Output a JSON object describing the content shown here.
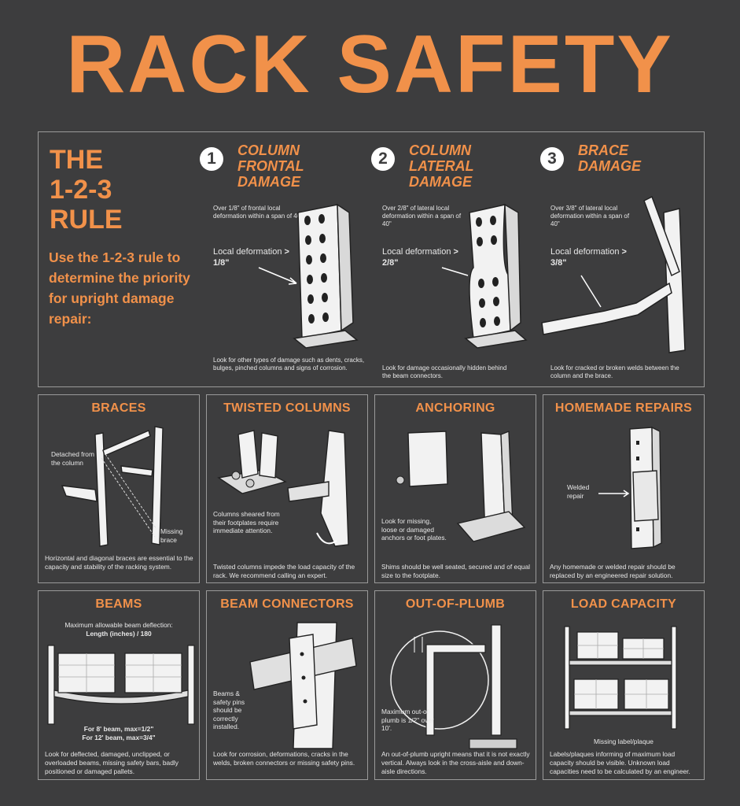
{
  "title": "RACK SAFETY",
  "rule": {
    "heading": [
      "THE",
      "1-2-3",
      "RULE"
    ],
    "subtitle": "Use the 1-2-3 rule to determine the priority for upright damage repair:",
    "steps": [
      {
        "num": "1",
        "title": [
          "COLUMN",
          "FRONTAL",
          "DAMAGE"
        ],
        "criteria": "Over 1/8\" of frontal local deformation within a span of 40\"",
        "local_label": "Local deformation",
        "local_value": "> 1/8\"",
        "desc": "Look for other types of damage such as dents, cracks, bulges, pinched columns and signs of corrosion."
      },
      {
        "num": "2",
        "title": [
          "COLUMN",
          "LATERAL",
          "DAMAGE"
        ],
        "criteria": "Over 2/8\" of lateral local deformation within a span of 40\"",
        "local_label": "Local deformation",
        "local_value": "> 2/8\"",
        "desc": "Look for damage occasionally hidden behind the beam connectors."
      },
      {
        "num": "3",
        "title": [
          "BRACE",
          "DAMAGE"
        ],
        "criteria": "Over 3/8\" of lateral local deformation within a span of 40\"",
        "local_label": "Local deformation",
        "local_value": "> 3/8\"",
        "desc": "Look for cracked or broken welds between the column and the brace."
      }
    ]
  },
  "panels": [
    {
      "title": "BRACES",
      "notes": [
        "Detached from the column",
        "Missing brace"
      ],
      "desc": "Horizontal and diagonal braces are essential to the capacity and stability of the racking system."
    },
    {
      "title": "TWISTED COLUMNS",
      "notes": [
        "Columns sheared from their footplates require immediate attention."
      ],
      "desc": "Twisted columns impede the load capacity of the rack. We recommend calling an expert."
    },
    {
      "title": "ANCHORING",
      "notes": [
        "Look for missing, loose or damaged anchors or foot plates."
      ],
      "desc": "Shims should be well seated, secured and of equal size to the footplate."
    },
    {
      "title": "HOMEMADE REPAIRS",
      "notes": [
        "Welded repair"
      ],
      "desc": "Any homemade or welded repair should be replaced by an engineered repair solution."
    },
    {
      "title": "BEAMS",
      "notes": [
        "Maximum allowable beam deflection:",
        "Length (inches) / 180",
        "For 8' beam, max=1/2\"",
        "For 12' beam, max=3/4\""
      ],
      "desc": "Look for deflected, damaged, unclipped, or overloaded beams, missing safety bars, badly positioned or damaged pallets."
    },
    {
      "title": "BEAM CONNECTORS",
      "notes": [
        "Beams & safety pins should be correctly installed."
      ],
      "desc": "Look for corrosion, deformations, cracks in the welds, broken connectors or missing safety pins."
    },
    {
      "title": "OUT-OF-PLUMB",
      "notes": [
        "Maximum out-of-plumb is 1/2\" over 10'."
      ],
      "desc": "An out-of-plumb upright means that it is not exactly vertical. Always look in the cross-aisle and down-aisle directions."
    },
    {
      "title": "LOAD CAPACITY",
      "notes": [
        "Missing label/plaque"
      ],
      "desc": "Labels/plaques informing of maximum load capacity should be visible. Unknown load capacities need to be calculated by an engineer."
    }
  ]
}
